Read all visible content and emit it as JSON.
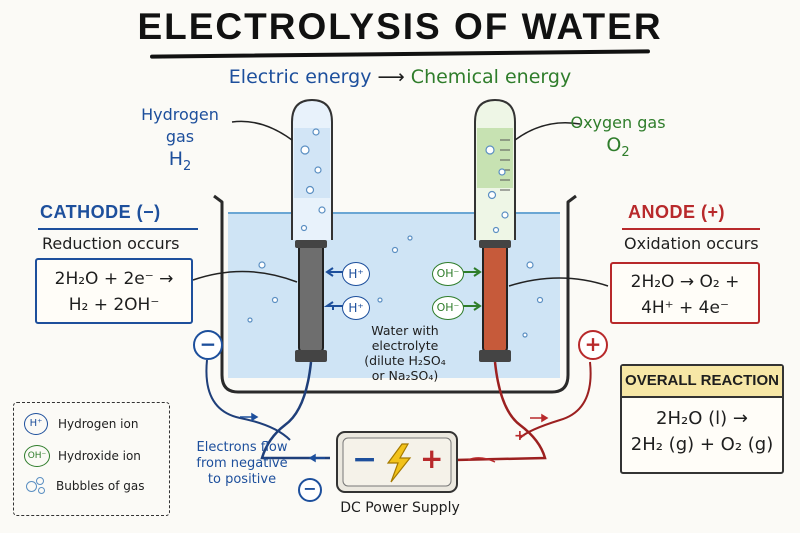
{
  "title": "ELECTROLYSIS OF WATER",
  "subtitle": {
    "left": "Electric energy",
    "arrow": "⟶",
    "right": "Chemical energy"
  },
  "hydrogen": {
    "label": "Hydrogen gas",
    "formula_main": "H",
    "formula_sub": "2"
  },
  "oxygen": {
    "label": "Oxygen gas",
    "formula_main": "O",
    "formula_sub": "2"
  },
  "cathode": {
    "title": "CATHODE (−)",
    "process": "Reduction occurs",
    "eq_line1": "2H₂O + 2e⁻ →",
    "eq_line2": "H₂ + 2OH⁻"
  },
  "anode": {
    "title": "ANODE (+)",
    "process": "Oxidation occurs",
    "eq_line1": "2H₂O → O₂ +",
    "eq_line2": "4H⁺ + 4e⁻"
  },
  "ions": {
    "hydrogen": "H⁺",
    "hydroxide": "OH⁻"
  },
  "water_label": [
    "Water with",
    "electrolyte",
    "(dilute H₂SO₄",
    "or Na₂SO₄)"
  ],
  "overall": {
    "title": "OVERALL REACTION",
    "line1": "2H₂O (l) →",
    "line2": "2H₂ (g) + O₂ (g)"
  },
  "electron_flow": [
    "Electrons flow",
    "from negative",
    "to positive"
  ],
  "power_supply": {
    "label": "DC Power Supply",
    "minus": "−",
    "plus": "+"
  },
  "terminals": {
    "negative": "−",
    "positive": "+"
  },
  "legend": [
    {
      "symbol": "H⁺",
      "text": "Hydrogen ion"
    },
    {
      "symbol": "OH⁻",
      "text": "Hydroxide ion"
    },
    {
      "symbol": "bubbles",
      "text": "Bubbles of gas"
    }
  ],
  "colors": {
    "blue": "#1d4f9c",
    "green": "#2f7d2b",
    "red": "#b8292b",
    "water": "#cfe4f5",
    "overall_header": "#f7e7a6"
  }
}
